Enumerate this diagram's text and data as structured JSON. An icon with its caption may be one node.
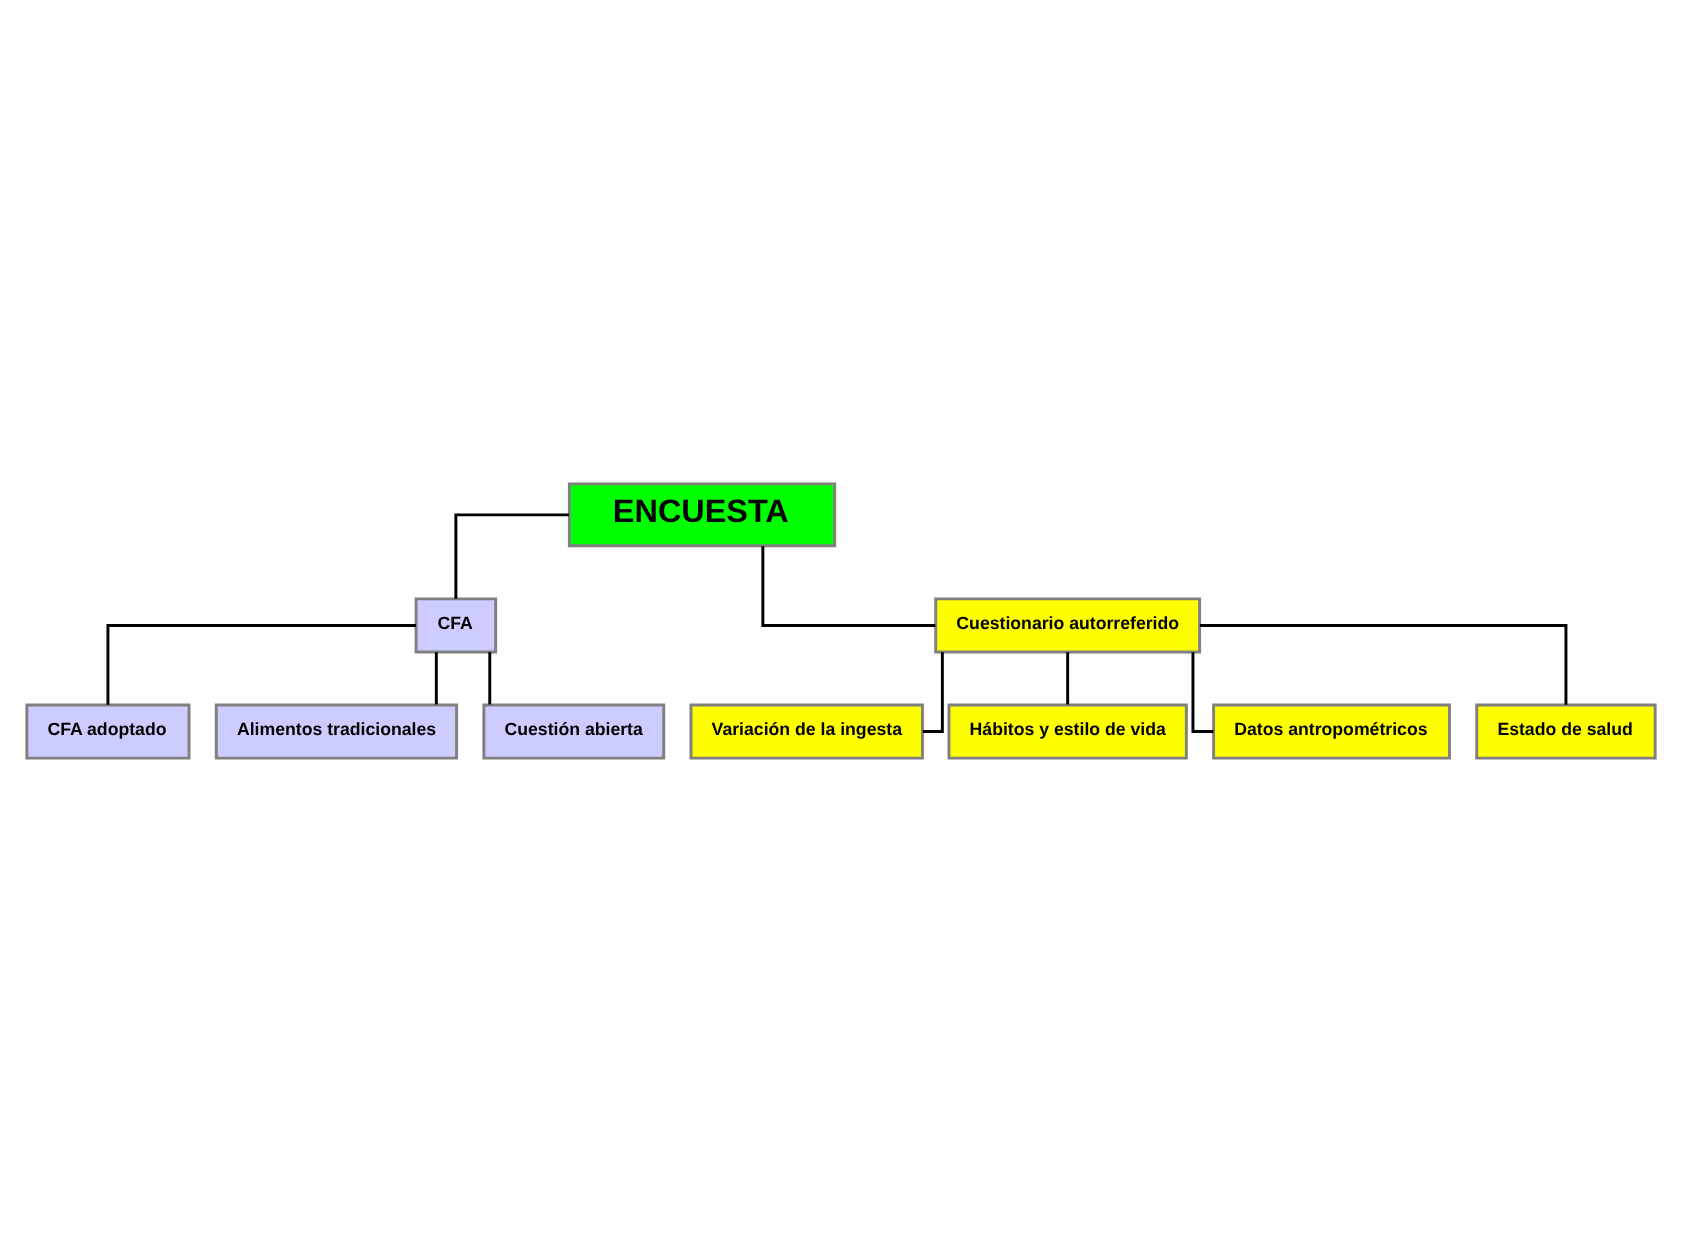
{
  "diagram": {
    "nodes": [
      {
        "text": [
          "ENCUESTA"
        ]
      },
      {
        "text": [
          "CFA"
        ]
      },
      {
        "text": [
          "Cuestionario autorreferido"
        ]
      },
      {
        "text": [
          "CFA adoptado"
        ]
      },
      {
        "text": [
          "Alimentos tradicionales"
        ]
      },
      {
        "text": [
          "Cuestión abierta"
        ]
      },
      {
        "text": [
          "Variación de la ingesta"
        ]
      },
      {
        "text": [
          "Hábitos y estilo de vida"
        ]
      },
      {
        "text": [
          "Datos antropométricos"
        ]
      },
      {
        "text": [
          "Estado de salud"
        ]
      }
    ],
    "edges": [
      {
        "from": 0,
        "to": 1,
        "arrow": "none"
      },
      {
        "from": 0,
        "to": 2,
        "arrow": "none"
      },
      {
        "from": 1,
        "to": 3,
        "arrow": "none"
      },
      {
        "from": 1,
        "to": 4,
        "arrow": "none"
      },
      {
        "from": 1,
        "to": 5,
        "arrow": "none"
      },
      {
        "from": 2,
        "to": 6,
        "arrow": "none"
      },
      {
        "from": 2,
        "to": 7,
        "arrow": "none"
      },
      {
        "from": 2,
        "to": 8,
        "arrow": "none"
      },
      {
        "from": 2,
        "to": 9,
        "arrow": "none"
      }
    ]
  }
}
